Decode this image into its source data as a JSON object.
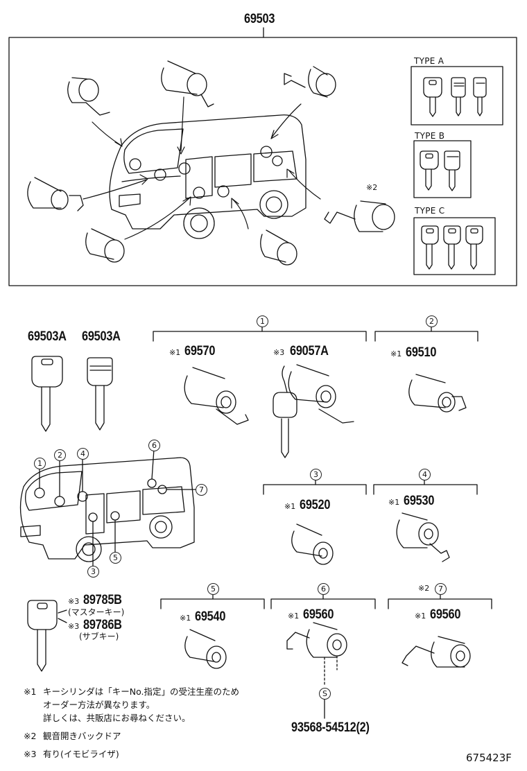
{
  "assembly": {
    "part_no": "69503"
  },
  "types": [
    {
      "label": "TYPE A"
    },
    {
      "label": "TYPE B"
    },
    {
      "label": "TYPE C"
    }
  ],
  "marker_note2": "※2",
  "keys": [
    {
      "part_no": "69503A"
    },
    {
      "part_no": "69503A"
    }
  ],
  "brackets": [
    "1",
    "2",
    "3",
    "4",
    "5",
    "6",
    "7"
  ],
  "parts": [
    {
      "mark": "※1",
      "part_no": "69570"
    },
    {
      "mark": "※3",
      "part_no": "69057A"
    },
    {
      "mark": "※1",
      "part_no": "69510"
    },
    {
      "mark": "※1",
      "part_no": "69520"
    },
    {
      "mark": "※1",
      "part_no": "69530"
    },
    {
      "mark": "※1",
      "part_no": "69540"
    },
    {
      "mark": "※1",
      "part_no": "69560"
    },
    {
      "mark": "※1",
      "part_no": "69560"
    }
  ],
  "bracket7_mark": "※2",
  "van_callouts": [
    "1",
    "2",
    "4",
    "6",
    "7",
    "3",
    "5"
  ],
  "master_keys": [
    {
      "mark": "※3",
      "part_no": "89785B",
      "sub": "(マスターキー)"
    },
    {
      "mark": "※3",
      "part_no": "89786B",
      "sub": "(サブキー)"
    }
  ],
  "screw": {
    "symbol": "S",
    "part_no": "93568-54512(2)"
  },
  "notes": [
    {
      "mark": "※1",
      "lines": [
        "キーシリンダは「キーNo.指定」の受注生産のため",
        "オーダー方法が異なります。",
        "詳しくは、共販店にお尋ねください。"
      ]
    },
    {
      "mark": "※2",
      "lines": [
        "観音開きバックドア"
      ]
    },
    {
      "mark": "※3",
      "lines": [
        "有り(イモビライザ)"
      ]
    }
  ],
  "figure_id": "675423F"
}
